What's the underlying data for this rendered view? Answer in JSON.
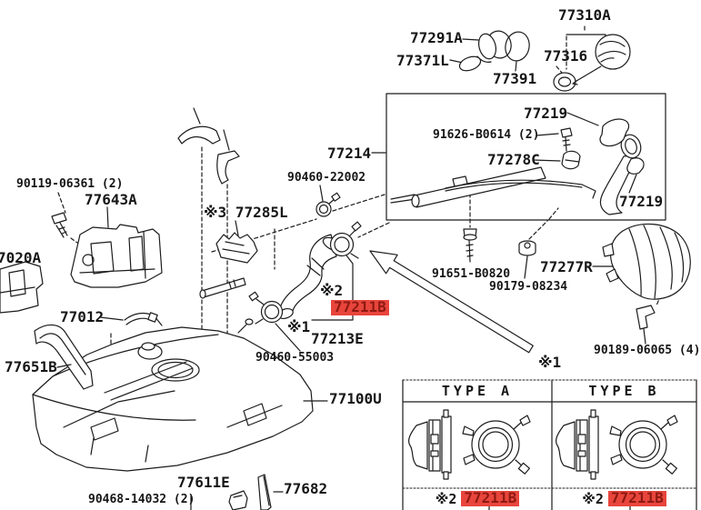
{
  "diagram_labels": {
    "p77310A": "77310A",
    "p77291A": "77291A",
    "p77371L": "77371L",
    "p77391": "77391",
    "p77316": "77316",
    "p77219_top": "77219",
    "p91626": "91626-B0614 (2)",
    "p77214": "77214",
    "p77278C": "77278C",
    "p77219_right": "77219",
    "p90460_22002": "90460-22002",
    "p77285L": "※3 77285L",
    "p90119": "90119-06361 (2)",
    "p77643A": "77643A",
    "p77020A": "7020A",
    "p77012": "77012",
    "p77651B": "77651B",
    "note2_hose": "※2",
    "p77211B_main": "77211B",
    "note1_hose": "※1",
    "p77213E": "77213E",
    "p90460_55003": "90460-55003",
    "p91651": "91651-B0820",
    "p90179": "90179-08234",
    "p77277R": "77277R",
    "p90189": "90189-06065 (4)",
    "note1_right": "※1",
    "p77100U": "77100U",
    "p77611E": "77611E",
    "p77682": "77682",
    "p90468": "90468-14032 (2)"
  },
  "type_table": {
    "header_a": "TYPE A",
    "header_b": "TYPE B",
    "row_a_note": "※2",
    "row_a_part": "77211B",
    "row_b_note": "※2",
    "row_b_part": "77211B"
  },
  "highlight": {
    "background": "#e8453c",
    "text_color": "#8e1a12"
  }
}
